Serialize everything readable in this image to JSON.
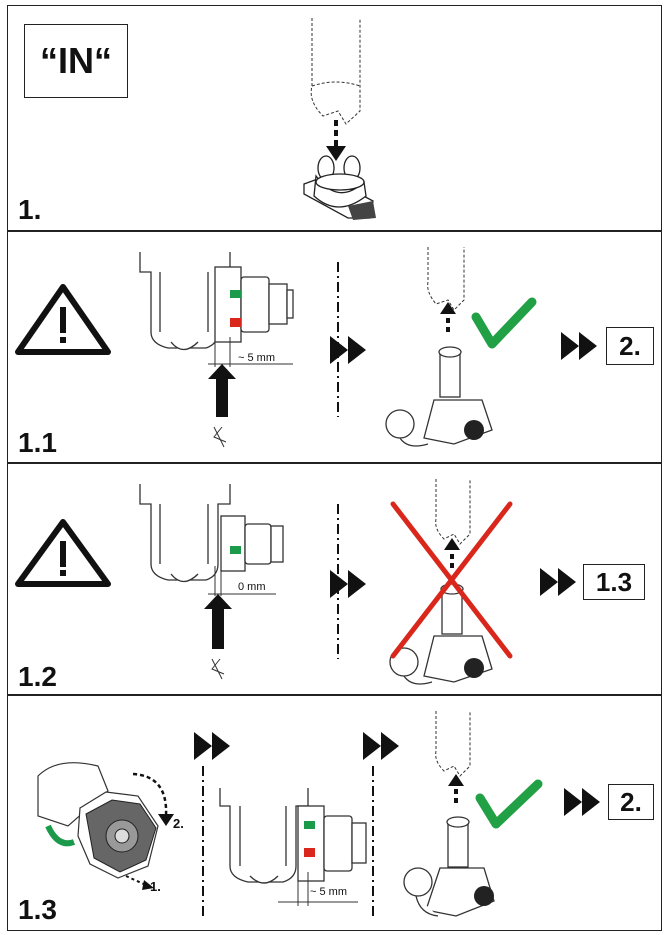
{
  "panel1": {
    "mode_label": "“IN“",
    "step": "1."
  },
  "panel2": {
    "step": "1.1",
    "measure": "~ 5 mm",
    "ref": "2."
  },
  "panel3": {
    "step": "1.2",
    "measure": "0 mm",
    "ref": "1.3"
  },
  "panel4": {
    "step": "1.3",
    "ref": "2.",
    "measure": "~ 5 mm",
    "turn_step_1": "1.",
    "turn_step_2": "2."
  },
  "colors": {
    "green_mark": "#1a9a4a",
    "red_mark": "#d9271c",
    "check": "#21a045",
    "cross": "#d9271c"
  }
}
